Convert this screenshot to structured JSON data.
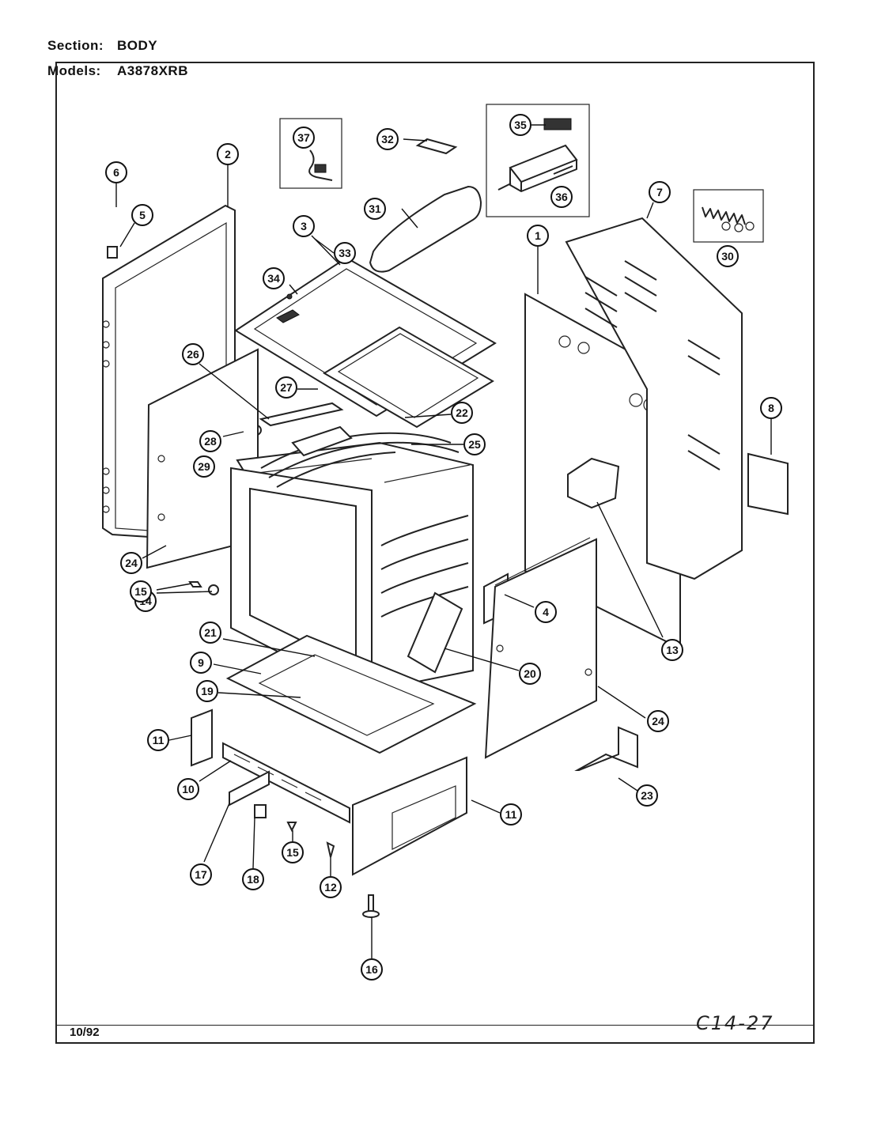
{
  "header": {
    "section_label": "Section:",
    "section_value": "BODY",
    "models_label": "Models:",
    "models_value": "A3878XRB"
  },
  "footer": {
    "date": "10/92",
    "page_code": "C14-27"
  },
  "callouts": [
    {
      "id": "c1",
      "label": "1"
    },
    {
      "id": "c2",
      "label": "2"
    },
    {
      "id": "c3",
      "label": "3"
    },
    {
      "id": "c4",
      "label": "4"
    },
    {
      "id": "c5",
      "label": "5"
    },
    {
      "id": "c6",
      "label": "6"
    },
    {
      "id": "c7",
      "label": "7"
    },
    {
      "id": "c8",
      "label": "8"
    },
    {
      "id": "c9",
      "label": "9"
    },
    {
      "id": "c10",
      "label": "10"
    },
    {
      "id": "c11a",
      "label": "11"
    },
    {
      "id": "c11b",
      "label": "11"
    },
    {
      "id": "c12",
      "label": "12"
    },
    {
      "id": "c13",
      "label": "13"
    },
    {
      "id": "c14",
      "label": "14"
    },
    {
      "id": "c15a",
      "label": "15"
    },
    {
      "id": "c15b",
      "label": "15"
    },
    {
      "id": "c16",
      "label": "16"
    },
    {
      "id": "c17",
      "label": "17"
    },
    {
      "id": "c18",
      "label": "18"
    },
    {
      "id": "c19",
      "label": "19"
    },
    {
      "id": "c20",
      "label": "20"
    },
    {
      "id": "c21",
      "label": "21"
    },
    {
      "id": "c22",
      "label": "22"
    },
    {
      "id": "c23",
      "label": "23"
    },
    {
      "id": "c24a",
      "label": "24"
    },
    {
      "id": "c24b",
      "label": "24"
    },
    {
      "id": "c25",
      "label": "25"
    },
    {
      "id": "c26",
      "label": "26"
    },
    {
      "id": "c27",
      "label": "27"
    },
    {
      "id": "c28",
      "label": "28"
    },
    {
      "id": "c29",
      "label": "29"
    },
    {
      "id": "c30",
      "label": "30"
    },
    {
      "id": "c31",
      "label": "31"
    },
    {
      "id": "c32",
      "label": "32"
    },
    {
      "id": "c33",
      "label": "33"
    },
    {
      "id": "c34",
      "label": "34"
    },
    {
      "id": "c35",
      "label": "35"
    },
    {
      "id": "c36",
      "label": "36"
    },
    {
      "id": "c37",
      "label": "37"
    }
  ]
}
